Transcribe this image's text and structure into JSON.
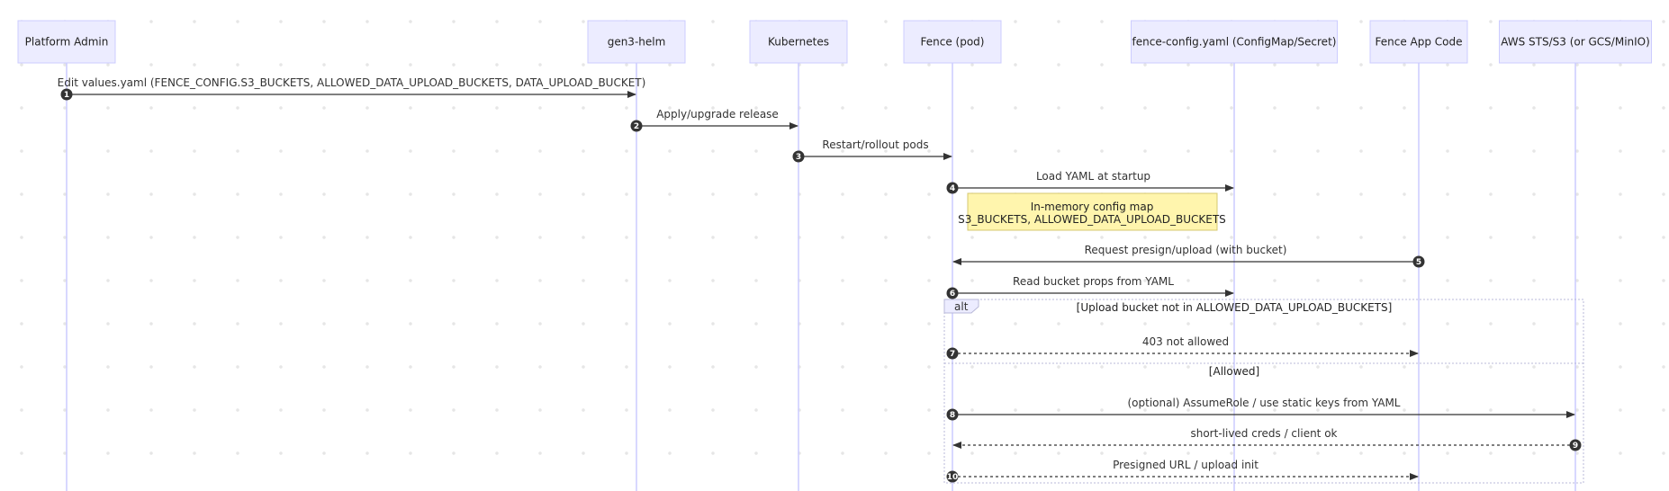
{
  "participants": [
    "Platform Admin",
    "gen3-helm",
    "Kubernetes",
    "Fence (pod)",
    "fence-config.yaml (ConfigMap/Secret)",
    "Fence App Code",
    "AWS STS/S3 (or GCS/MinIO)"
  ],
  "messages": [
    {
      "num": "1",
      "label": "Edit values.yaml (FENCE_CONFIG.S3_BUCKETS, ALLOWED_DATA_UPLOAD_BUCKETS, DATA_UPLOAD_BUCKET)",
      "from": 0,
      "to": 1,
      "dotted": false
    },
    {
      "num": "2",
      "label": "Apply/upgrade release",
      "from": 1,
      "to": 2,
      "dotted": false
    },
    {
      "num": "3",
      "label": "Restart/rollout pods",
      "from": 2,
      "to": 3,
      "dotted": false
    },
    {
      "num": "4",
      "label": "Load YAML at startup",
      "from": 3,
      "to": 4,
      "dotted": false
    },
    {
      "num": "5",
      "label": "Request presign/upload (with bucket)",
      "from": 5,
      "to": 3,
      "dotted": false
    },
    {
      "num": "6",
      "label": "Read bucket props from YAML",
      "from": 3,
      "to": 4,
      "dotted": false
    },
    {
      "num": "7",
      "label": "403 not allowed",
      "from": 3,
      "to": 5,
      "dotted": true
    },
    {
      "num": "8",
      "label": "(optional) AssumeRole / use static keys from YAML",
      "from": 3,
      "to": 6,
      "dotted": false
    },
    {
      "num": "9",
      "label": "short-lived creds / client ok",
      "from": 6,
      "to": 3,
      "dotted": true
    },
    {
      "num": "10",
      "label": "Presigned URL / upload init",
      "from": 3,
      "to": 5,
      "dotted": true
    }
  ],
  "note": {
    "line1": "In-memory config map",
    "line2": "S3_BUCKETS, ALLOWED_DATA_UPLOAD_BUCKETS"
  },
  "alt_frame": {
    "keyword": "alt",
    "condition1": "[Upload bucket not in ALLOWED_DATA_UPLOAD_BUCKETS]",
    "condition2": "[Allowed]"
  }
}
